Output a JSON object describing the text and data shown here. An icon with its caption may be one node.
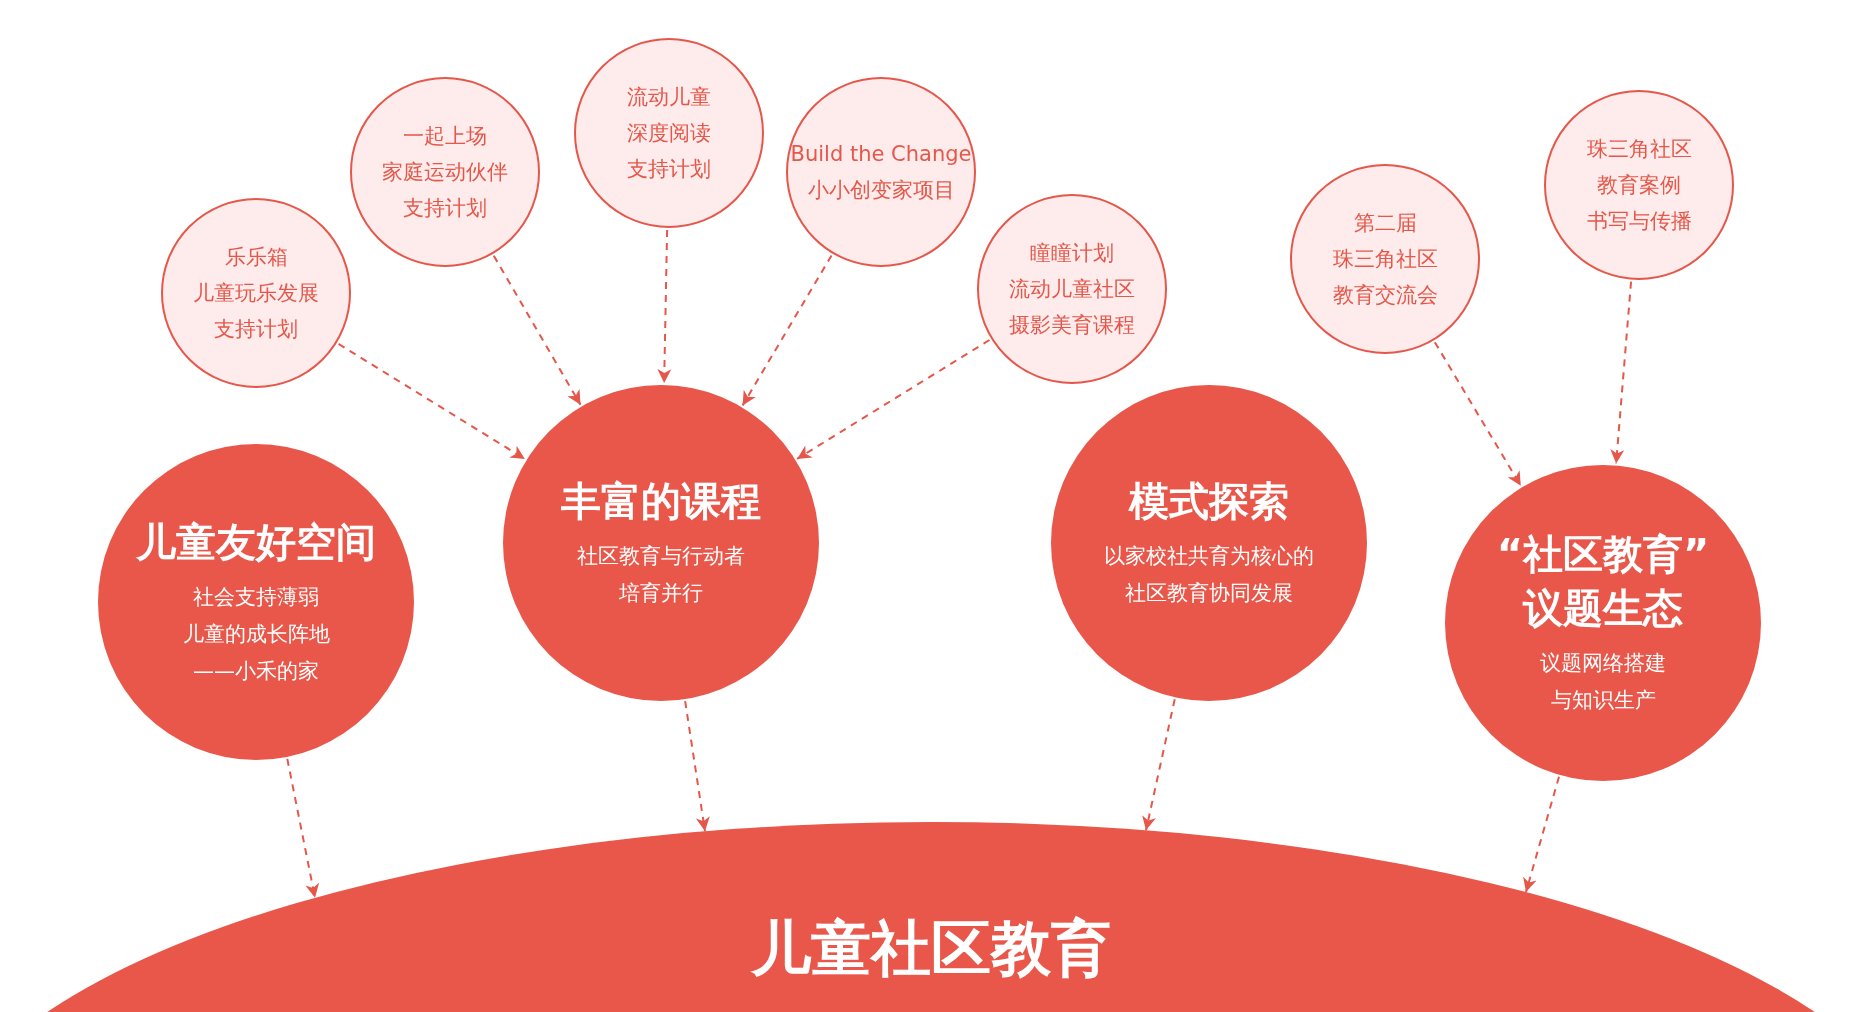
{
  "diagram": {
    "nodes": [
      {
        "text": [
          "乐乐箱",
          "儿童玩乐发展",
          "支持计划"
        ]
      },
      {
        "text": [
          "一起上场",
          "家庭运动伙伴",
          "支持计划"
        ]
      },
      {
        "text": [
          "流动儿童",
          "深度阅读",
          "支持计划"
        ]
      },
      {
        "text": [
          "Build the Change",
          "小小创变家项目"
        ]
      },
      {
        "text": [
          "瞳瞳计划",
          "流动儿童社区",
          "摄影美育课程"
        ]
      },
      {
        "text": [
          "第二届",
          "珠三角社区",
          "教育交流会"
        ]
      },
      {
        "text": [
          "珠三角社区",
          "教育案例",
          "书写与传播"
        ]
      },
      {
        "text": [
          "儿童友好空间",
          "社会支持薄弱",
          "儿童的成长阵地",
          "——小禾的家"
        ]
      },
      {
        "text": [
          "丰富的课程",
          "社区教育与行动者",
          "培育并行"
        ]
      },
      {
        "text": [
          "模式探索",
          "以家校社共育为核心的",
          "社区教育协同发展"
        ]
      },
      {
        "text": [
          "“社区教育”",
          "议题生态",
          "议题网络搭建",
          "与知识生产"
        ]
      },
      {
        "text": [
          "儿童社区教育"
        ]
      }
    ],
    "edges": [
      {
        "from": 0,
        "to": 8,
        "arrow": "to",
        "style": "dashed"
      },
      {
        "from": 1,
        "to": 8,
        "arrow": "to",
        "style": "dashed"
      },
      {
        "from": 2,
        "to": 8,
        "arrow": "to",
        "style": "dashed"
      },
      {
        "from": 3,
        "to": 8,
        "arrow": "to",
        "style": "dashed"
      },
      {
        "from": 4,
        "to": 8,
        "arrow": "to",
        "style": "dashed"
      },
      {
        "from": 5,
        "to": 10,
        "arrow": "to",
        "style": "dashed"
      },
      {
        "from": 6,
        "to": 10,
        "arrow": "to",
        "style": "dashed"
      },
      {
        "from": 7,
        "to": 11,
        "arrow": "to",
        "style": "dashed"
      },
      {
        "from": 8,
        "to": 11,
        "arrow": "to",
        "style": "dashed"
      },
      {
        "from": 9,
        "to": 11,
        "arrow": "to",
        "style": "dashed"
      },
      {
        "from": 10,
        "to": 11,
        "arrow": "to",
        "style": "dashed"
      }
    ]
  }
}
